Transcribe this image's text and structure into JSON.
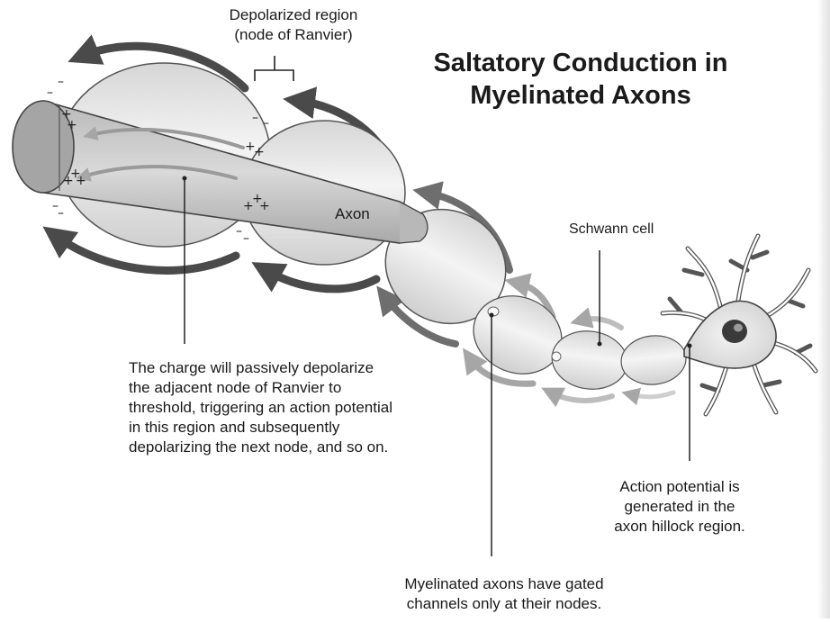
{
  "title": {
    "line1": "Saltatory Conduction in",
    "line2": "Myelinated Axons"
  },
  "labels": {
    "node_line1": "Depolarized region",
    "node_line2": "(node of Ranvier)",
    "axon": "Axon",
    "schwann": "Schwann cell",
    "hillock_line1": "Action potential is",
    "hillock_line2": "generated in the",
    "hillock_line3": "axon hillock region.",
    "myelinated_line1": "Myelinated axons have gated",
    "myelinated_line2": "channels only at their nodes."
  },
  "explanation": {
    "line1": "The charge will passively depolarize",
    "line2": "the adjacent node of Ranvier to",
    "line3": "threshold, triggering an action potential",
    "line4": "in this region and subsequently",
    "line5": "depolarizing the next node, and so on."
  },
  "charges": {
    "minus": "–",
    "plus": "+"
  },
  "colors": {
    "ink": "#1a1a1a",
    "arrow_dark": "#4a4a4a",
    "arrow_light": "#9a9a9a",
    "myelin_fill": "#ececec",
    "axon_fill": "#c8c8c8"
  }
}
